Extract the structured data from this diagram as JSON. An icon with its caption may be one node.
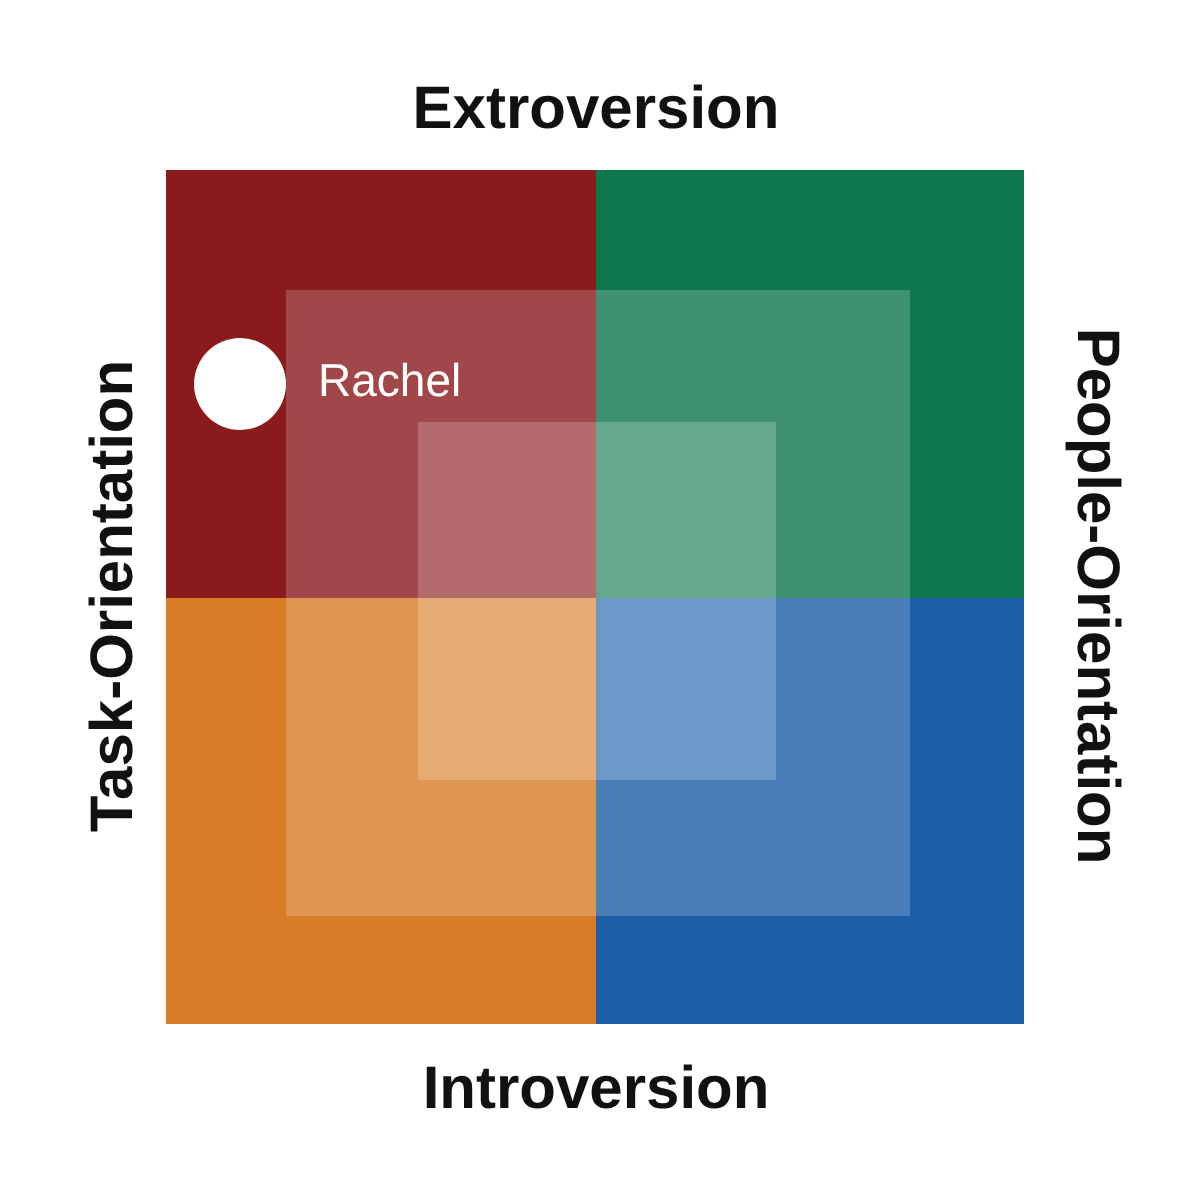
{
  "diagram": {
    "nodes": [
      {
        "text": [],
        "shape": "circle",
        "beside": [
          "Rachel"
        ]
      }
    ],
    "labels": [
      "Extroversion",
      "Task-Orientation",
      "People-Orientation",
      "Introversion"
    ]
  }
}
